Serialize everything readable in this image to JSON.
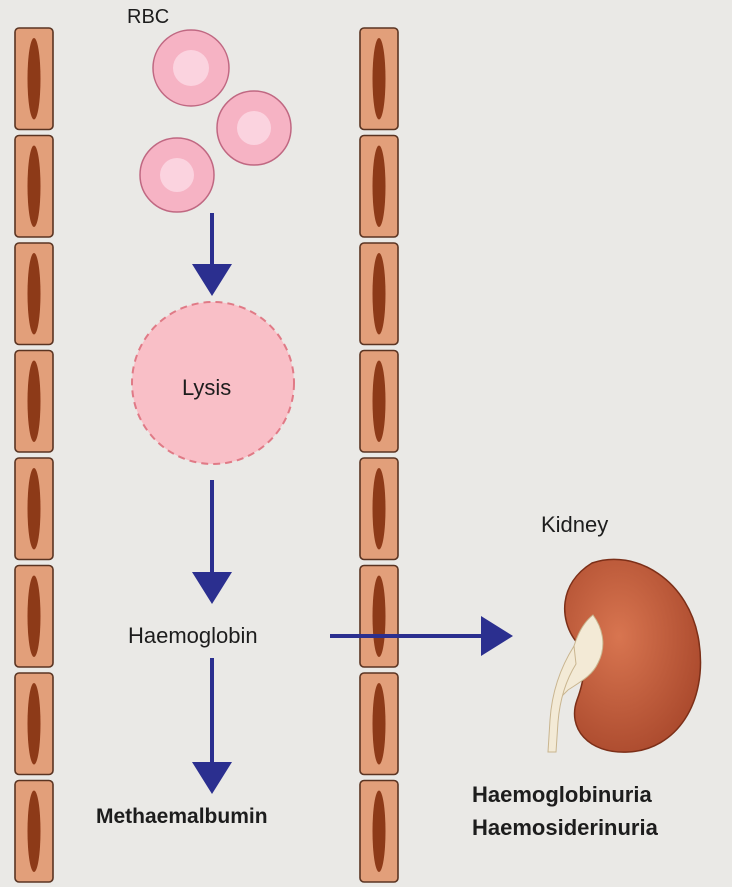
{
  "labels": {
    "rbc": "RBC",
    "lysis": "Lysis",
    "haemoglobin": "Haemoglobin",
    "methaemalbumin": "Methaemalbumin",
    "kidney": "Kidney",
    "haemoglobinuria": "Haemoglobinuria",
    "haemosiderinuria": "Haemosiderinuria"
  },
  "colors": {
    "vessel_cell": "#e29f7a",
    "vessel_outline": "#5a3422",
    "nucleus": "#8d3a18",
    "rbc_fill": "#f6b3c4",
    "rbc_center": "#fbd3df",
    "lysis_fill": "#f9bfc7",
    "lysis_outline": "#e07a86",
    "arrow": "#2b2f8f",
    "kidney_body": "#bf5b38",
    "kidney_pelvis": "#f3ead6"
  }
}
